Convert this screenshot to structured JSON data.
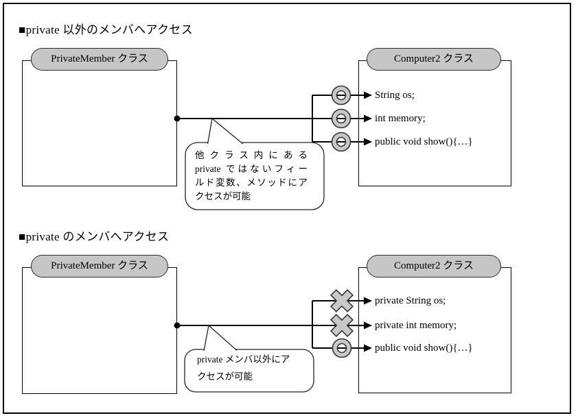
{
  "diagram": {
    "colors": {
      "background": "#ffffff",
      "frame": "#000000",
      "pill_fill": "#c6c6c6",
      "pill_border": "#2b2b2b",
      "connector": "#000000",
      "symbol_fill": "#c8c8c8",
      "symbol_stroke": "#333333"
    },
    "sections": [
      {
        "title": "■private 以外のメンバへアクセス",
        "left_class": "PrivateMember クラス",
        "right_class": "Computer2 クラス",
        "members": [
          {
            "text": "String os;",
            "access": "allowed"
          },
          {
            "text": "int memory;",
            "access": "allowed"
          },
          {
            "text": "public void show(){…}",
            "access": "allowed"
          }
        ],
        "callout_lines": [
          "他クラス内にある",
          "private ではないフィー",
          "ルド変数、メソッドにア",
          "クセスが可能"
        ]
      },
      {
        "title": "■private のメンバへアクセス",
        "left_class": "PrivateMember クラス",
        "right_class": "Computer2 クラス",
        "members": [
          {
            "text": "private String os;",
            "access": "denied"
          },
          {
            "text": "private int memory;",
            "access": "denied"
          },
          {
            "text": "public void show(){…}",
            "access": "allowed"
          }
        ],
        "callout_lines": [
          "private メンバ以外にア",
          "クセスが可能"
        ]
      }
    ]
  }
}
